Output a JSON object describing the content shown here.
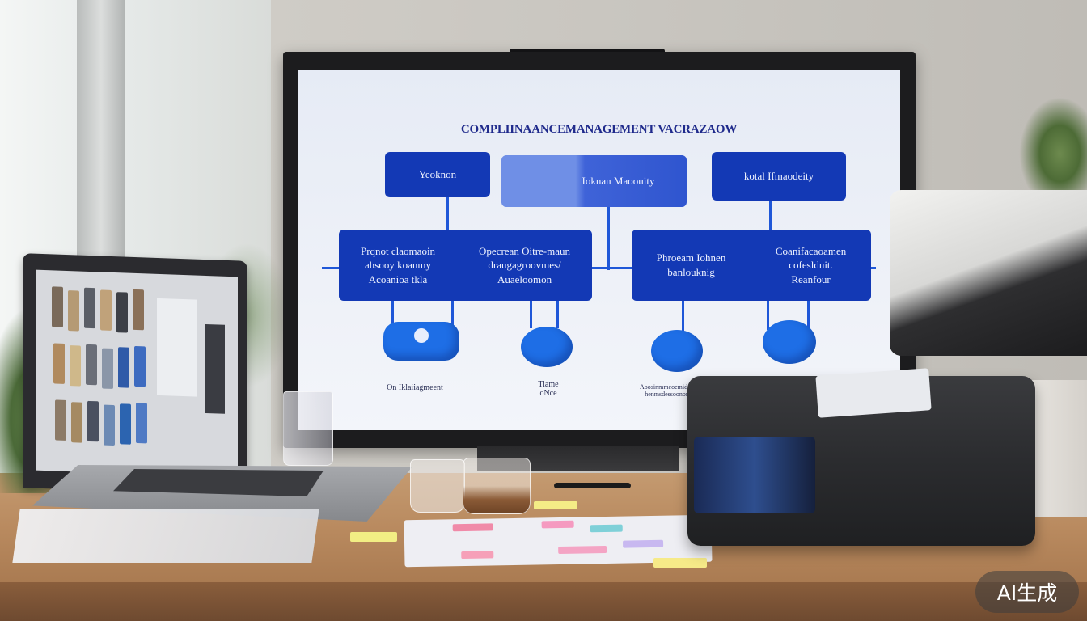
{
  "screen": {
    "title": "COMPLIINAANCEMANAGEMENT VACRAZAOW",
    "top_boxes": [
      "Yeoknon",
      "Ioknan Maoouity",
      "kotal Ifmaodeity"
    ],
    "mid_left_box": [
      "Prqnot claomaoin\nahsooy koanmy\nAcoanioa tkla",
      "Opecrean Oitre-maun\ndraugagroovmes/\nAuaeloomon"
    ],
    "mid_right_box": [
      "Phroeam Iohnen\nbanlouknig",
      "Coanifacaoamen\ncofesldnit.\nReanfour"
    ],
    "captions": [
      "On Iklaiiagmeent",
      "Tiame\noNce",
      "Aoosinmmeoemidsdeomn\nhenmsdessoonomnfdn"
    ]
  },
  "badge": "AI生成",
  "colors": {
    "accent": "#1339b5",
    "bulb": "#1e6ee6"
  }
}
